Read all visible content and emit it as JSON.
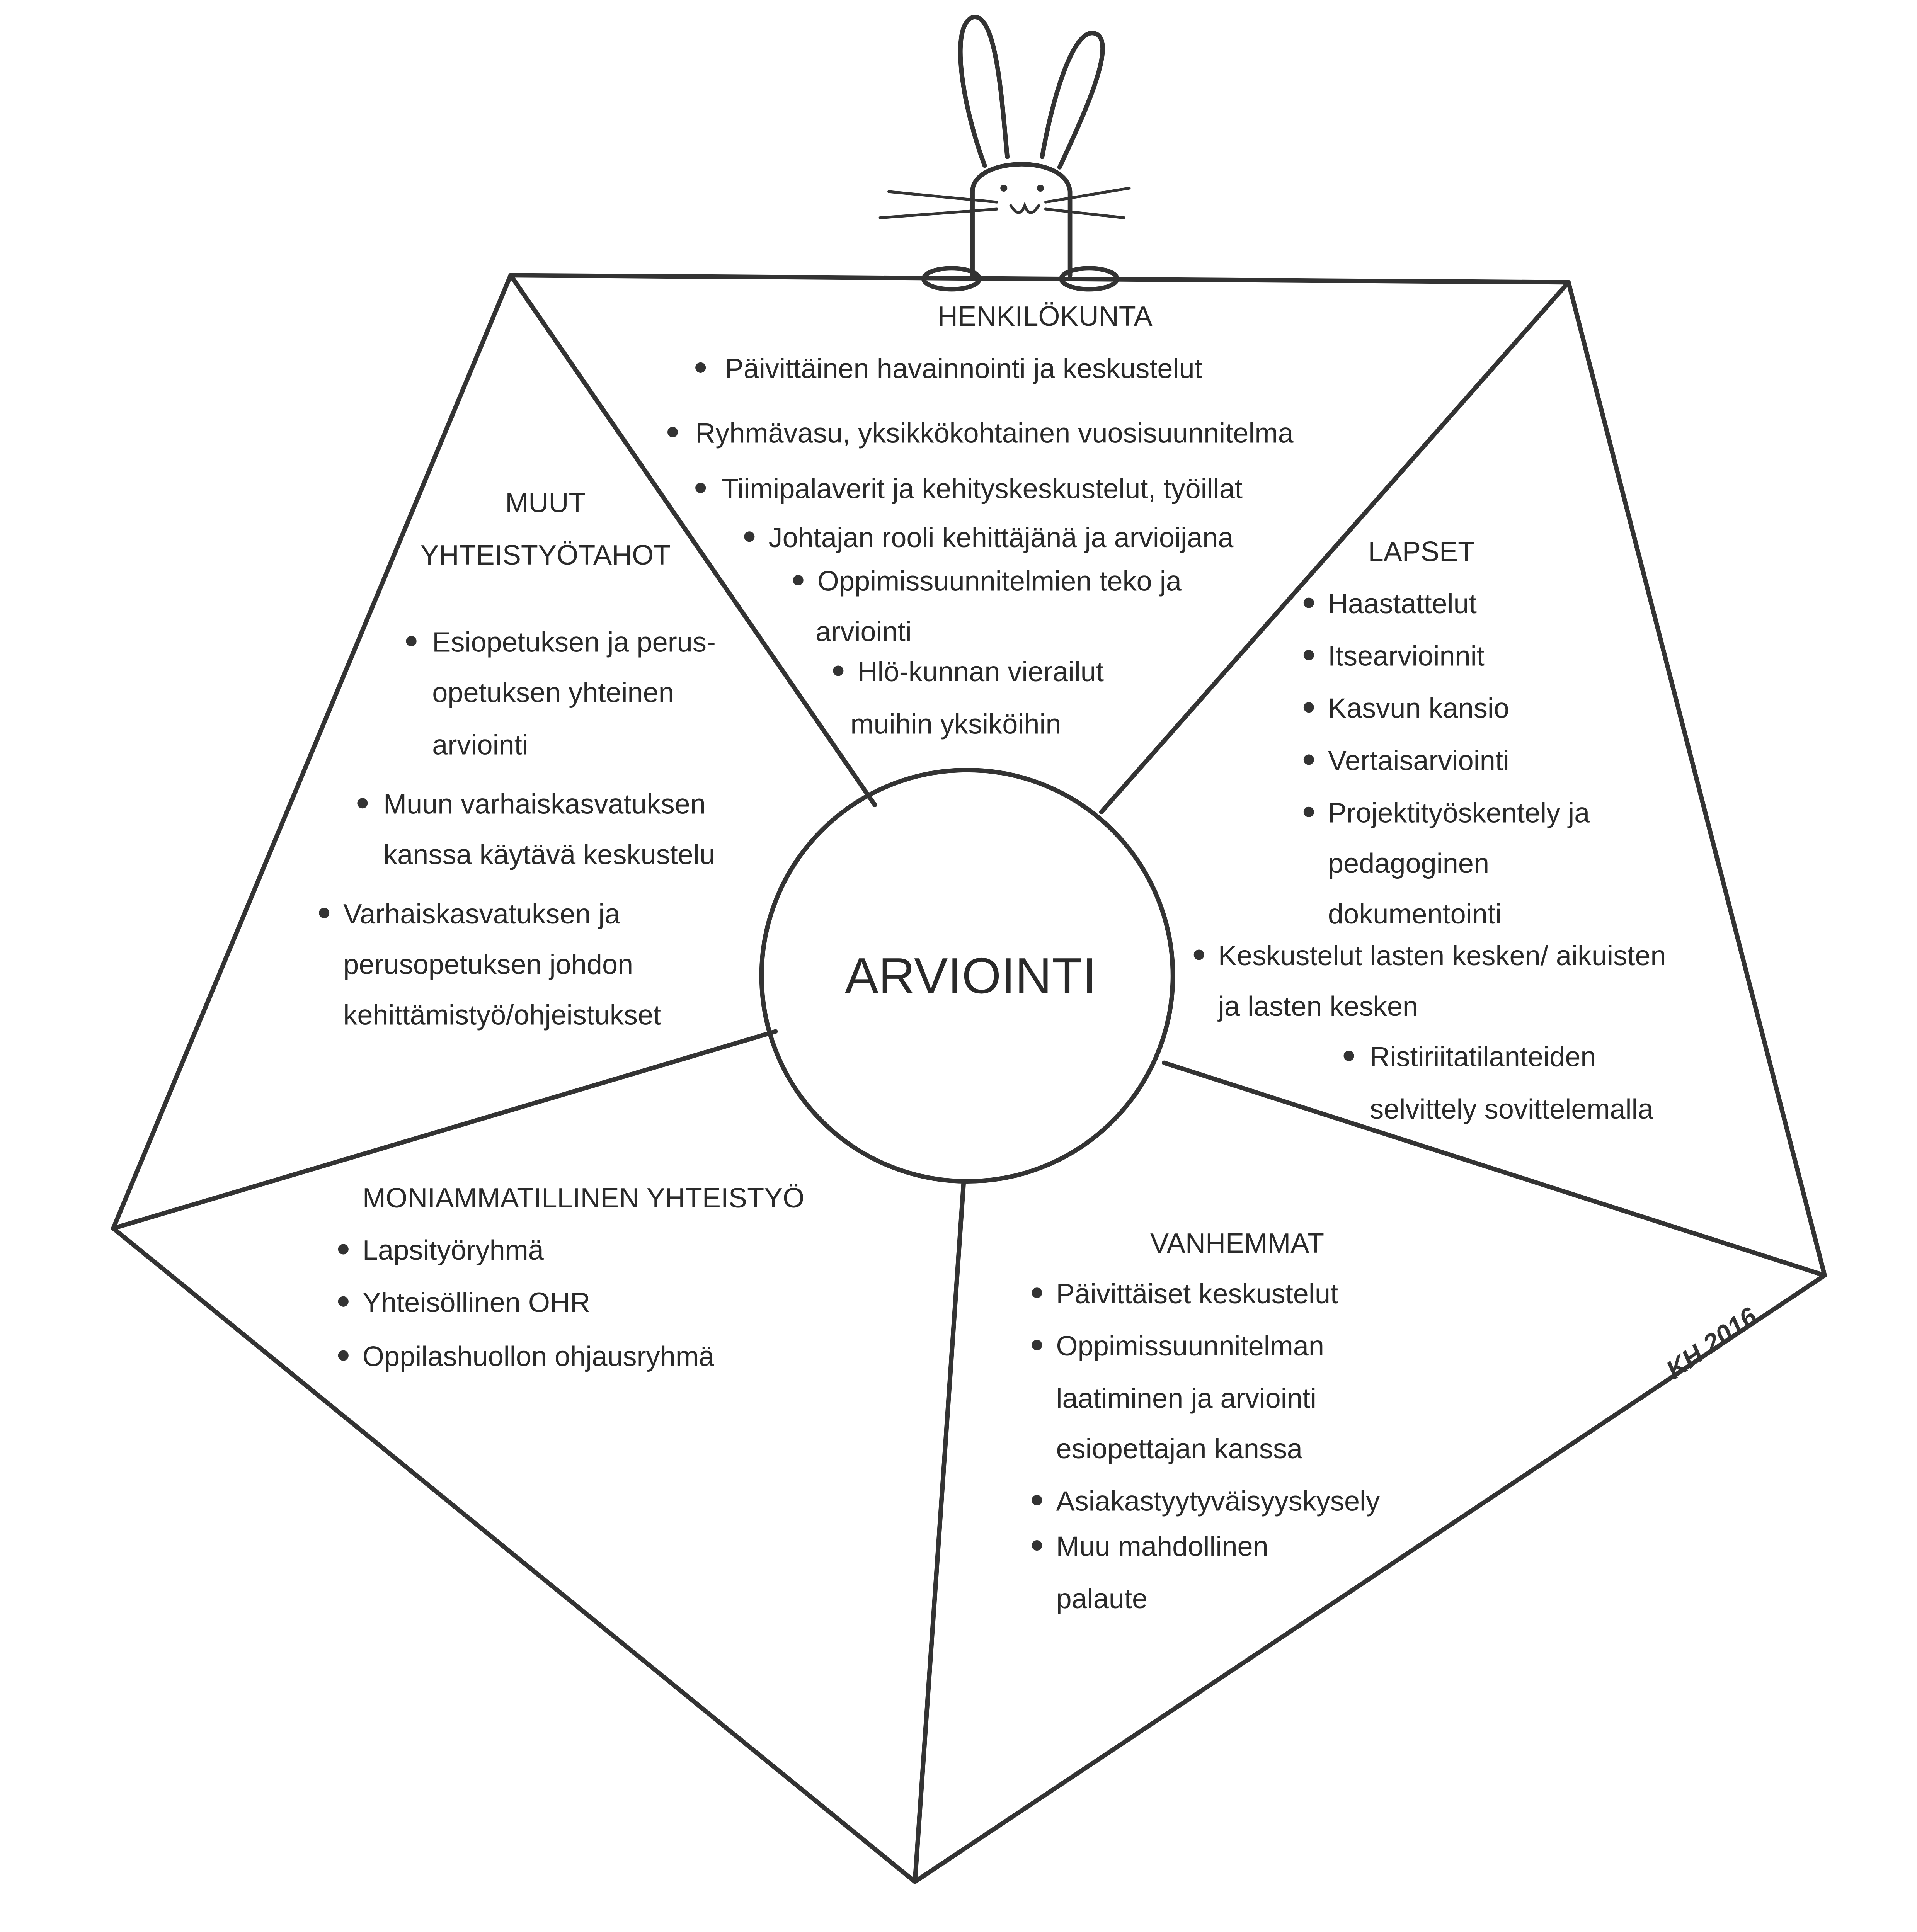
{
  "center_label": "ARVIOINTI",
  "signature": "KH 2016",
  "sections": {
    "henkilokunta": {
      "title": "HENKILÖKUNTA",
      "items": [
        [
          "Päivittäinen havainnointi ja keskustelut"
        ],
        [
          "Ryhmävasu, yksikkökohtainen vuosisuunnitelma"
        ],
        [
          "Tiimipalaverit ja kehityskeskustelut, työillat"
        ],
        [
          "Johtajan rooli kehittäjänä ja arvioijana"
        ],
        [
          "Oppimissuunnitelmien teko ja",
          "arviointi"
        ],
        [
          "Hlö-kunnan vierailut",
          "muihin yksiköihin"
        ]
      ]
    },
    "muut": {
      "title": [
        "MUUT",
        "YHTEISTYÖTAHOT"
      ],
      "items": [
        [
          "Esiopetuksen ja perus-",
          "opetuksen yhteinen",
          "arviointi"
        ],
        [
          "Muun varhaiskasvatuksen",
          "kanssa käytävä keskustelu"
        ],
        [
          "Varhaiskasvatuksen ja",
          "perusopetuksen johdon",
          "kehittämistyö/ohjeistukset"
        ]
      ]
    },
    "lapset": {
      "title": "LAPSET",
      "items": [
        [
          "Haastattelut"
        ],
        [
          "Itsearvioinnit"
        ],
        [
          "Kasvun kansio"
        ],
        [
          "Vertaisarviointi"
        ],
        [
          "Projektityöskentely ja",
          "pedagoginen",
          "dokumentointi"
        ],
        [
          "Keskustelut lasten kesken/ aikuisten",
          "ja lasten kesken"
        ],
        [
          "Ristiriitatilanteiden",
          "selvittely sovittelemalla"
        ]
      ]
    },
    "moniammatillinen": {
      "title": "MONIAMMATILLINEN YHTEISTYÖ",
      "items": [
        [
          "Lapsityöryhmä"
        ],
        [
          "Yhteisöllinen OHR"
        ],
        [
          "Oppilashuollon ohjausryhmä"
        ]
      ]
    },
    "vanhemmat": {
      "title": "VANHEMMAT",
      "items": [
        [
          "Päivittäiset keskustelut"
        ],
        [
          "Oppimissuunnitelman",
          "laatiminen ja arviointi",
          "esiopettajan kanssa"
        ],
        [
          "Asiakastyytyväisyyskysely"
        ],
        [
          "Muu mahdollinen",
          "palaute"
        ]
      ]
    }
  }
}
